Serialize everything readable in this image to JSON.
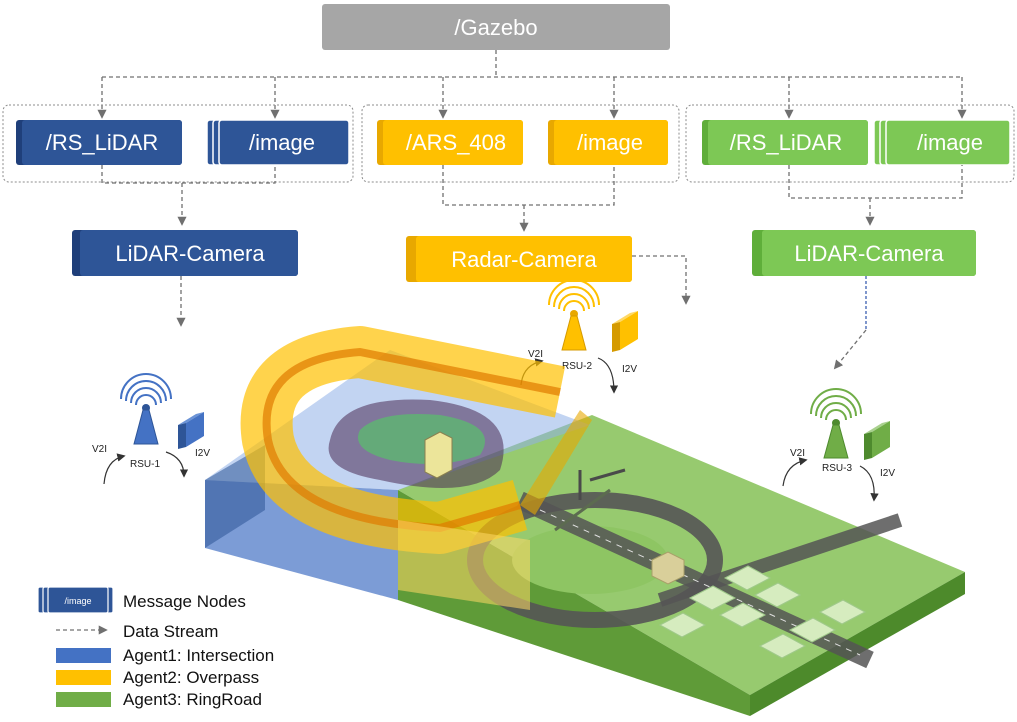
{
  "root": {
    "label": "/Gazebo"
  },
  "agents": [
    {
      "color": "#2e5597",
      "fusion_label": "LiDAR-Camera",
      "sensor_label": "/RS_LiDAR",
      "image_label": "/image",
      "rsu": {
        "name": "RSU-1",
        "v2i": "V2I",
        "i2v": "I2V"
      }
    },
    {
      "color": "#ffc000",
      "fusion_label": "Radar-Camera",
      "sensor_label": "/ARS_408",
      "image_label": "/image",
      "rsu": {
        "name": "RSU-2",
        "v2i": "V2I",
        "i2v": "I2V"
      }
    },
    {
      "color": "#7dc855",
      "fusion_label": "LiDAR-Camera",
      "sensor_label": "/RS_LiDAR",
      "image_label": "/image",
      "rsu": {
        "name": "RSU-3",
        "v2i": "V2I",
        "i2v": "I2V"
      }
    }
  ],
  "legend": {
    "node_icon_label": "/image",
    "message_nodes": "Message Nodes",
    "data_stream": "Data Stream",
    "agent1": "Agent1: Intersection",
    "agent2": "Agent2: Overpass",
    "agent3": "Agent3: RingRoad",
    "agent1_color": "#4472c4",
    "agent2_color": "#ffc000",
    "agent3_color": "#70ad47"
  }
}
